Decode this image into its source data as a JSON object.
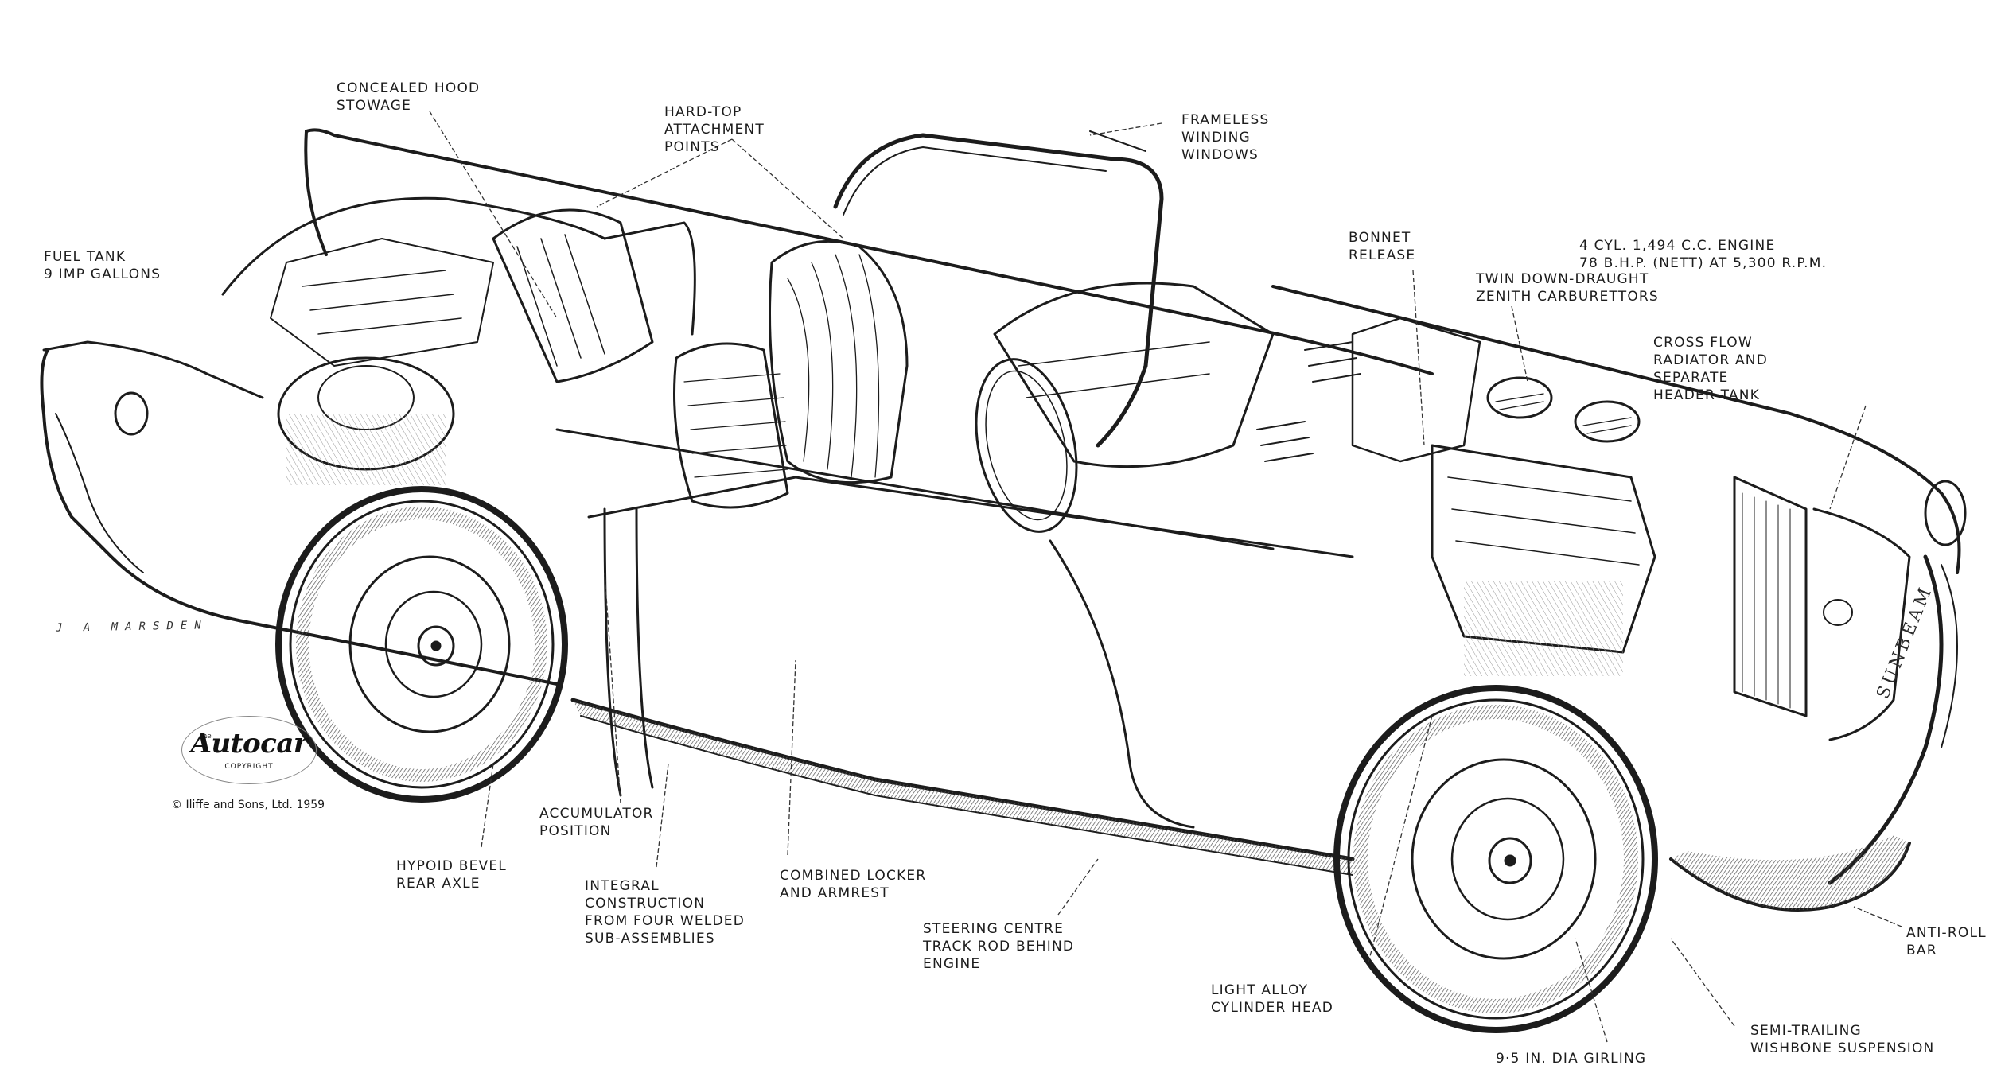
{
  "diagram": {
    "type": "technical-cutaway-illustration",
    "subject": "Sunbeam sports car cutaway",
    "badge_text": "SUNBEAM",
    "artist_signature": "J A MARSDEN",
    "publisher_logo": {
      "prefix": "the",
      "name": "Autocar",
      "subtitle": "COPYRIGHT"
    },
    "copyright": "© Iliffe and Sons, Ltd. 1959",
    "colors": {
      "ink": "#1c1c1c",
      "paper": "#ffffff",
      "hatch": "#6b6b6b"
    }
  },
  "labels": [
    {
      "id": "concealed-hood-stowage",
      "lines": [
        "CONCEALED HOOD",
        "STOWAGE"
      ]
    },
    {
      "id": "hard-top-attachment-points",
      "lines": [
        "HARD-TOP",
        "ATTACHMENT",
        "POINTS"
      ]
    },
    {
      "id": "frameless-winding-windows",
      "lines": [
        "FRAMELESS",
        "WINDING",
        "WINDOWS"
      ]
    },
    {
      "id": "fuel-tank",
      "lines": [
        "FUEL TANK",
        "9 IMP GALLONS"
      ]
    },
    {
      "id": "bonnet-release",
      "lines": [
        "BONNET",
        "RELEASE"
      ]
    },
    {
      "id": "twin-carburettors",
      "lines": [
        "TWIN DOWN-DRAUGHT",
        "ZENITH CARBURETTORS"
      ]
    },
    {
      "id": "engine-spec",
      "lines": [
        "4 CYL. 1,494 C.C. ENGINE",
        "78 B.H.P. (NETT) AT 5,300 R.P.M."
      ]
    },
    {
      "id": "cross-flow-radiator",
      "lines": [
        "CROSS FLOW",
        "RADIATOR AND",
        "SEPARATE",
        "HEADER TANK"
      ]
    },
    {
      "id": "accumulator-position",
      "lines": [
        "ACCUMULATOR",
        "POSITION"
      ]
    },
    {
      "id": "hypoid-bevel-rear-axle",
      "lines": [
        "HYPOID BEVEL",
        "REAR AXLE"
      ]
    },
    {
      "id": "integral-construction",
      "lines": [
        "INTEGRAL",
        "CONSTRUCTION",
        "FROM FOUR WELDED",
        "SUB-ASSEMBLIES"
      ]
    },
    {
      "id": "combined-locker-armrest",
      "lines": [
        "COMBINED LOCKER",
        "AND ARMREST"
      ]
    },
    {
      "id": "steering-centre-track-rod",
      "lines": [
        "STEERING CENTRE",
        "TRACK ROD BEHIND",
        "ENGINE"
      ]
    },
    {
      "id": "light-alloy-cylinder-head",
      "lines": [
        "LIGHT ALLOY",
        "CYLINDER HEAD"
      ]
    },
    {
      "id": "girling-brakes",
      "lines": [
        "9·5 IN. DIA GIRLING"
      ]
    },
    {
      "id": "anti-roll-bar",
      "lines": [
        "ANTI-ROLL",
        "BAR"
      ]
    },
    {
      "id": "semi-trailing-wishbone",
      "lines": [
        "SEMI-TRAILING",
        "WISHBONE SUSPENSION"
      ]
    }
  ]
}
